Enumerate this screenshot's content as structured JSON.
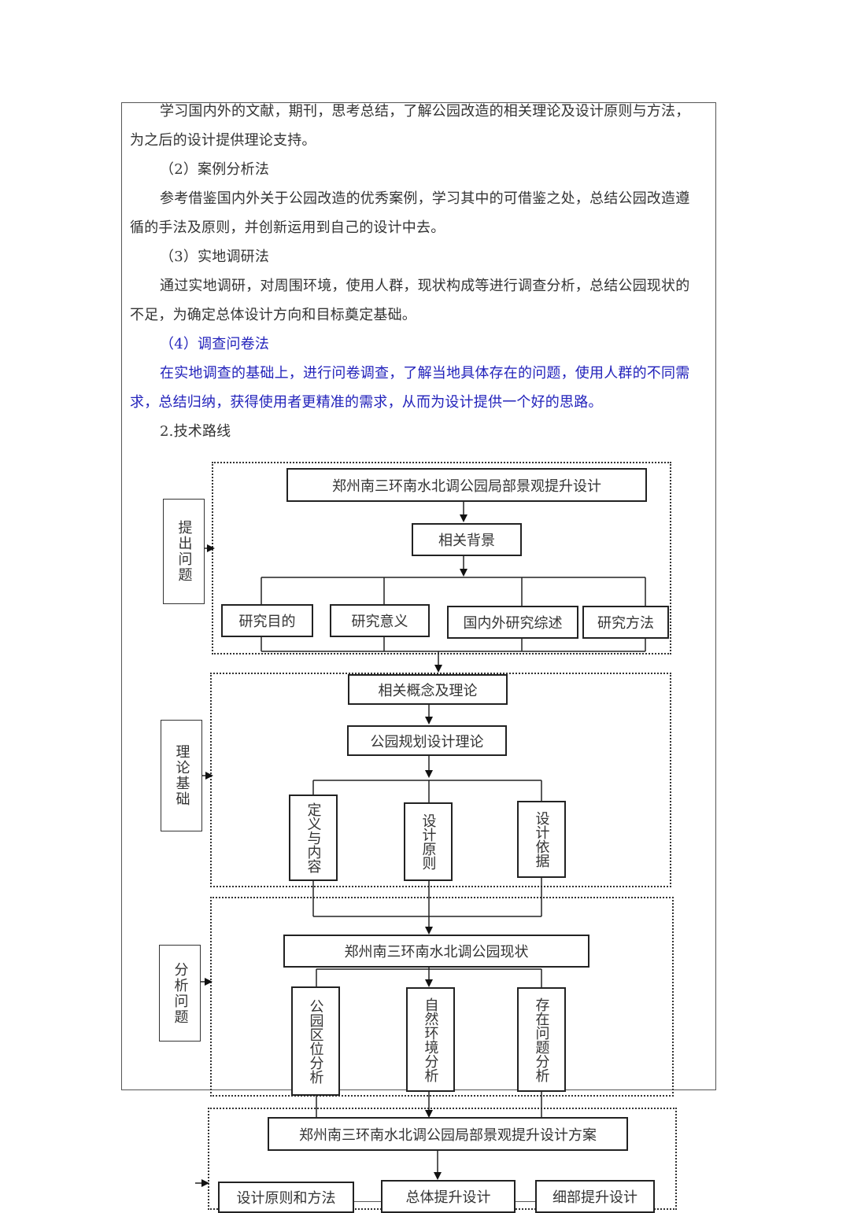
{
  "paragraphs": [
    "学习国内外的文献，期刊，思考总结，了解公园改造的相关理论及设计原则与方法，",
    "为之后的设计提供理论支持。",
    "（2）案例分析法",
    "参考借鉴国内外关于公园改造的优秀案例，学习其中的可借鉴之处，总结公园改造遵",
    "循的手法及原则，并创新运用到自己的设计中去。",
    "（3）实地调研法",
    "通过实地调研，对周围环境，使用人群，现状构成等进行调查分析，总结公园现状的",
    "不足，为确定总体设计方向和目标奠定基础。",
    "（4）调查问卷法",
    "在实地调查的基础上，进行问卷调查，了解当地具体存在的问题，使用人群的不同需",
    "求，总结归纳，获得使用者更精准的需求，从而为设计提供一个好的思路。",
    "2.技术路线"
  ],
  "colors": {
    "highlight": "#2222bb",
    "text": "#333333"
  },
  "flowchart": {
    "stage1": {
      "side": "提出问题",
      "title": "郑州南三环南水北调公园局部景观提升设计",
      "background": "相关背景",
      "items": [
        "研究目的",
        "研究意义",
        "国内外研究综述",
        "研究方法"
      ]
    },
    "stage2": {
      "side": "理论基础",
      "concepts": "相关概念及理论",
      "theory": "公园规划设计理论",
      "items": [
        "定义与内容",
        "设计原则",
        "设计依据"
      ]
    },
    "stage3": {
      "side": "分析问题",
      "status": "郑州南三环南水北调公园现状",
      "items": [
        "公园区位分析",
        "自然环境分析",
        "存在问题分析"
      ]
    },
    "stage4": {
      "plan": "郑州南三环南水北调公园局部景观提升设计方案",
      "items": [
        "设计原则和方法",
        "总体提升设计",
        "细部提升设计"
      ]
    }
  }
}
